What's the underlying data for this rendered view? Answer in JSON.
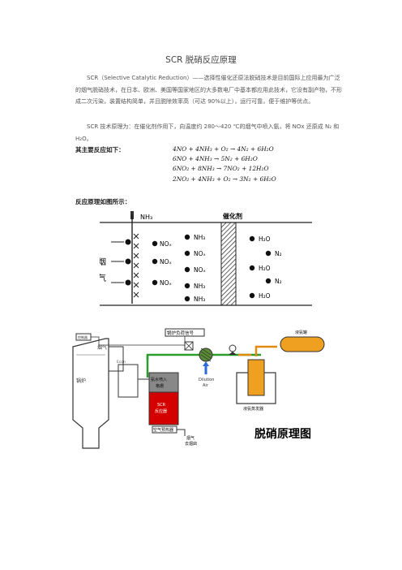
{
  "title": "SCR 脱硝反应原理",
  "para1": "SCR（Selective Catalytic Reduction）——选择性催化还原法脱硝技术是目前国际上应用最为广泛的烟气脱硝技术，在日本、欧洲、美国等国家地区的大多数电厂中基本都应用此技术，它没有副产物，不形成二次污染，装置结构简单，并且脱除效率高（可达 90%以上），运行可靠，便于维护等优点。",
  "para2": "SCR 技术原理为：在催化剂作用下，向温度约 280～420 ℃的烟气中喷入氨，将 NOx 还原成 N₂ 和 H₂O。",
  "reaction_label": "其主要反应如下：",
  "equations": [
    "4NO + 4NH₃ + O₂ → 4N₂ + 6H₂O",
    "6NO + 4NH₃ → 5N₂ + 6H₂O",
    "6NO₂ + 8NH₃ → 7NO₂ + 12H₂O",
    "2NO₂ + 4NH₃ + O₂ → 3N₂ + 6H₂O"
  ],
  "diagram_label": "反应原理如图所示：",
  "diagram1": {
    "nh3_top": "NH₃",
    "catalyst": "催化剂",
    "flue_gas": [
      "烟",
      "气"
    ],
    "inlet": [
      "NOₓ",
      "NOₓ",
      "NOₓ"
    ],
    "middle": [
      "NH₃",
      "NOₓ",
      "NOₓ",
      "NH₃",
      "NH₃"
    ],
    "outlet": [
      "H₂O",
      "N₂",
      "H₂O",
      "N₂",
      "H₂O"
    ]
  },
  "diagram2": {
    "boiler_load_signal": "锅炉负荷信号",
    "flue_gas": "烟气",
    "boiler": "锅炉",
    "ammonia_inject": [
      "氨水喷入",
      "格栅"
    ],
    "reactor": [
      "SCR",
      "反应器"
    ],
    "air_preheater": "空气预热器",
    "to_stack": [
      "烟气",
      "去烟囱"
    ],
    "dilution_air": [
      "Dilution",
      "Air"
    ],
    "ammonia_tank": "液氨罐",
    "evaporator": "液氨蒸发器",
    "caption": "脱硝原理图",
    "small": [
      "Econ",
      "控制器"
    ]
  }
}
